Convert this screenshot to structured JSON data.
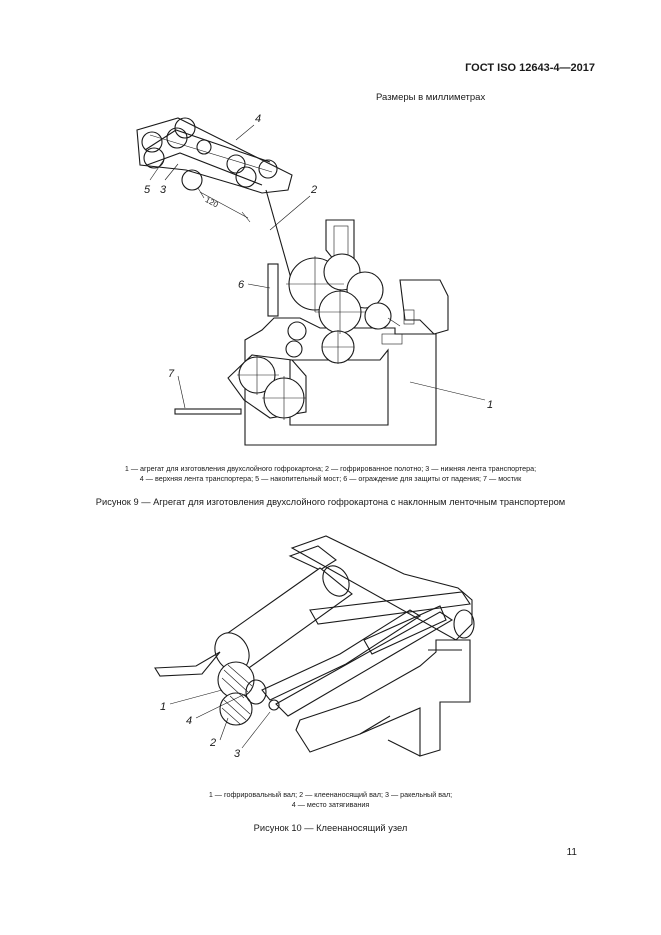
{
  "header": {
    "standard": "ГОСТ ISO 12643-4—2017"
  },
  "figure9": {
    "dimensions_note": "Размеры в миллиметрах",
    "dimension_value": "120",
    "labels": [
      "1",
      "2",
      "3",
      "4",
      "5",
      "6",
      "7"
    ],
    "legend_line1": "1 — агрегат для изготовления двухслойного гофрокартона; 2 — гофрированное полотно; 3 — нижняя лента транспортера;",
    "legend_line2": "4 — верхняя лента транспортера; 5 — накопительный мост; 6 — ограждение для защиты от падения; 7 — мостик",
    "title": "Рисунок 9 — Агрегат для изготовления двухслойного гофрокартона с наклонным ленточным транспортером"
  },
  "figure10": {
    "labels": [
      "1",
      "4",
      "2",
      "3"
    ],
    "legend_line1": "1 — гофрировальный вал; 2 — клеенаносящий вал; 3 — ракельный вал;",
    "legend_line2": "4 — место затягивания",
    "title": "Рисунок 10 — Клеенаносящий узел"
  },
  "footer": {
    "page_number": "11"
  }
}
